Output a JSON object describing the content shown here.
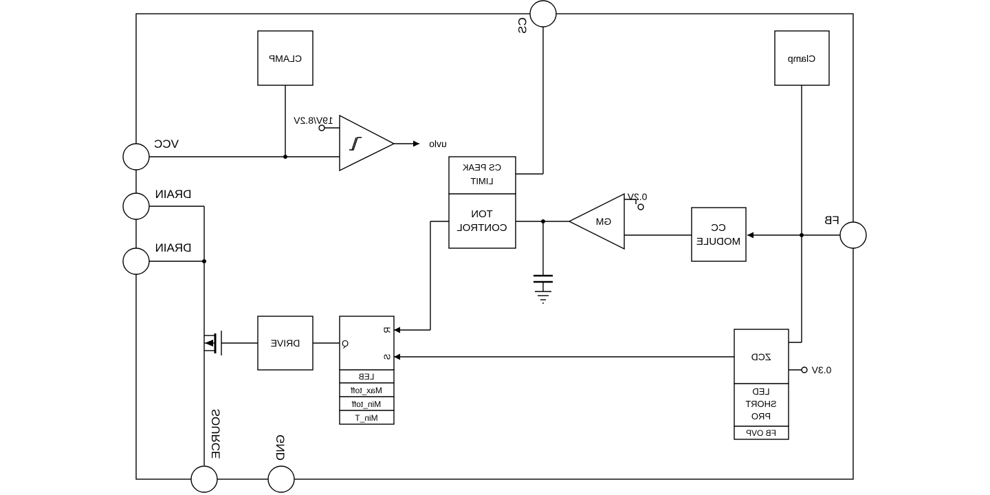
{
  "pins": {
    "cs": "CS",
    "vcc": "VCC",
    "drain1": "DRAIN",
    "drain2": "DRAIN",
    "fb": "FB",
    "source": "SOURCE",
    "gnd": "GND"
  },
  "blocks": {
    "clamp_left": "CLAMP",
    "clamp_right": "Clamp",
    "cs_peak_line1": "CS PEAK",
    "cs_peak_line2": "LIMIT",
    "ton_line1": "TON",
    "ton_line2": "CONTROL",
    "gm": "GM",
    "cc_line1": "CC",
    "cc_line2": "MODULE",
    "drive": "DRIVE",
    "sr_r": "R",
    "sr_s": "S",
    "sr_q": "Q",
    "leb": "LEB",
    "max_toff": "Max_toff",
    "min_toff": "Min_toff",
    "min_t": "Min_T",
    "zcd": "ZCD",
    "led_line1": "LED",
    "led_line2": "SHORT",
    "led_line3": "PRO",
    "fb_ovp": "FB OVP"
  },
  "signals": {
    "uvlo_threshold": "19V/8.2V",
    "uvlo": "uvlo",
    "gm_ref": "0.2V",
    "zcd_ref": "0.3V"
  }
}
